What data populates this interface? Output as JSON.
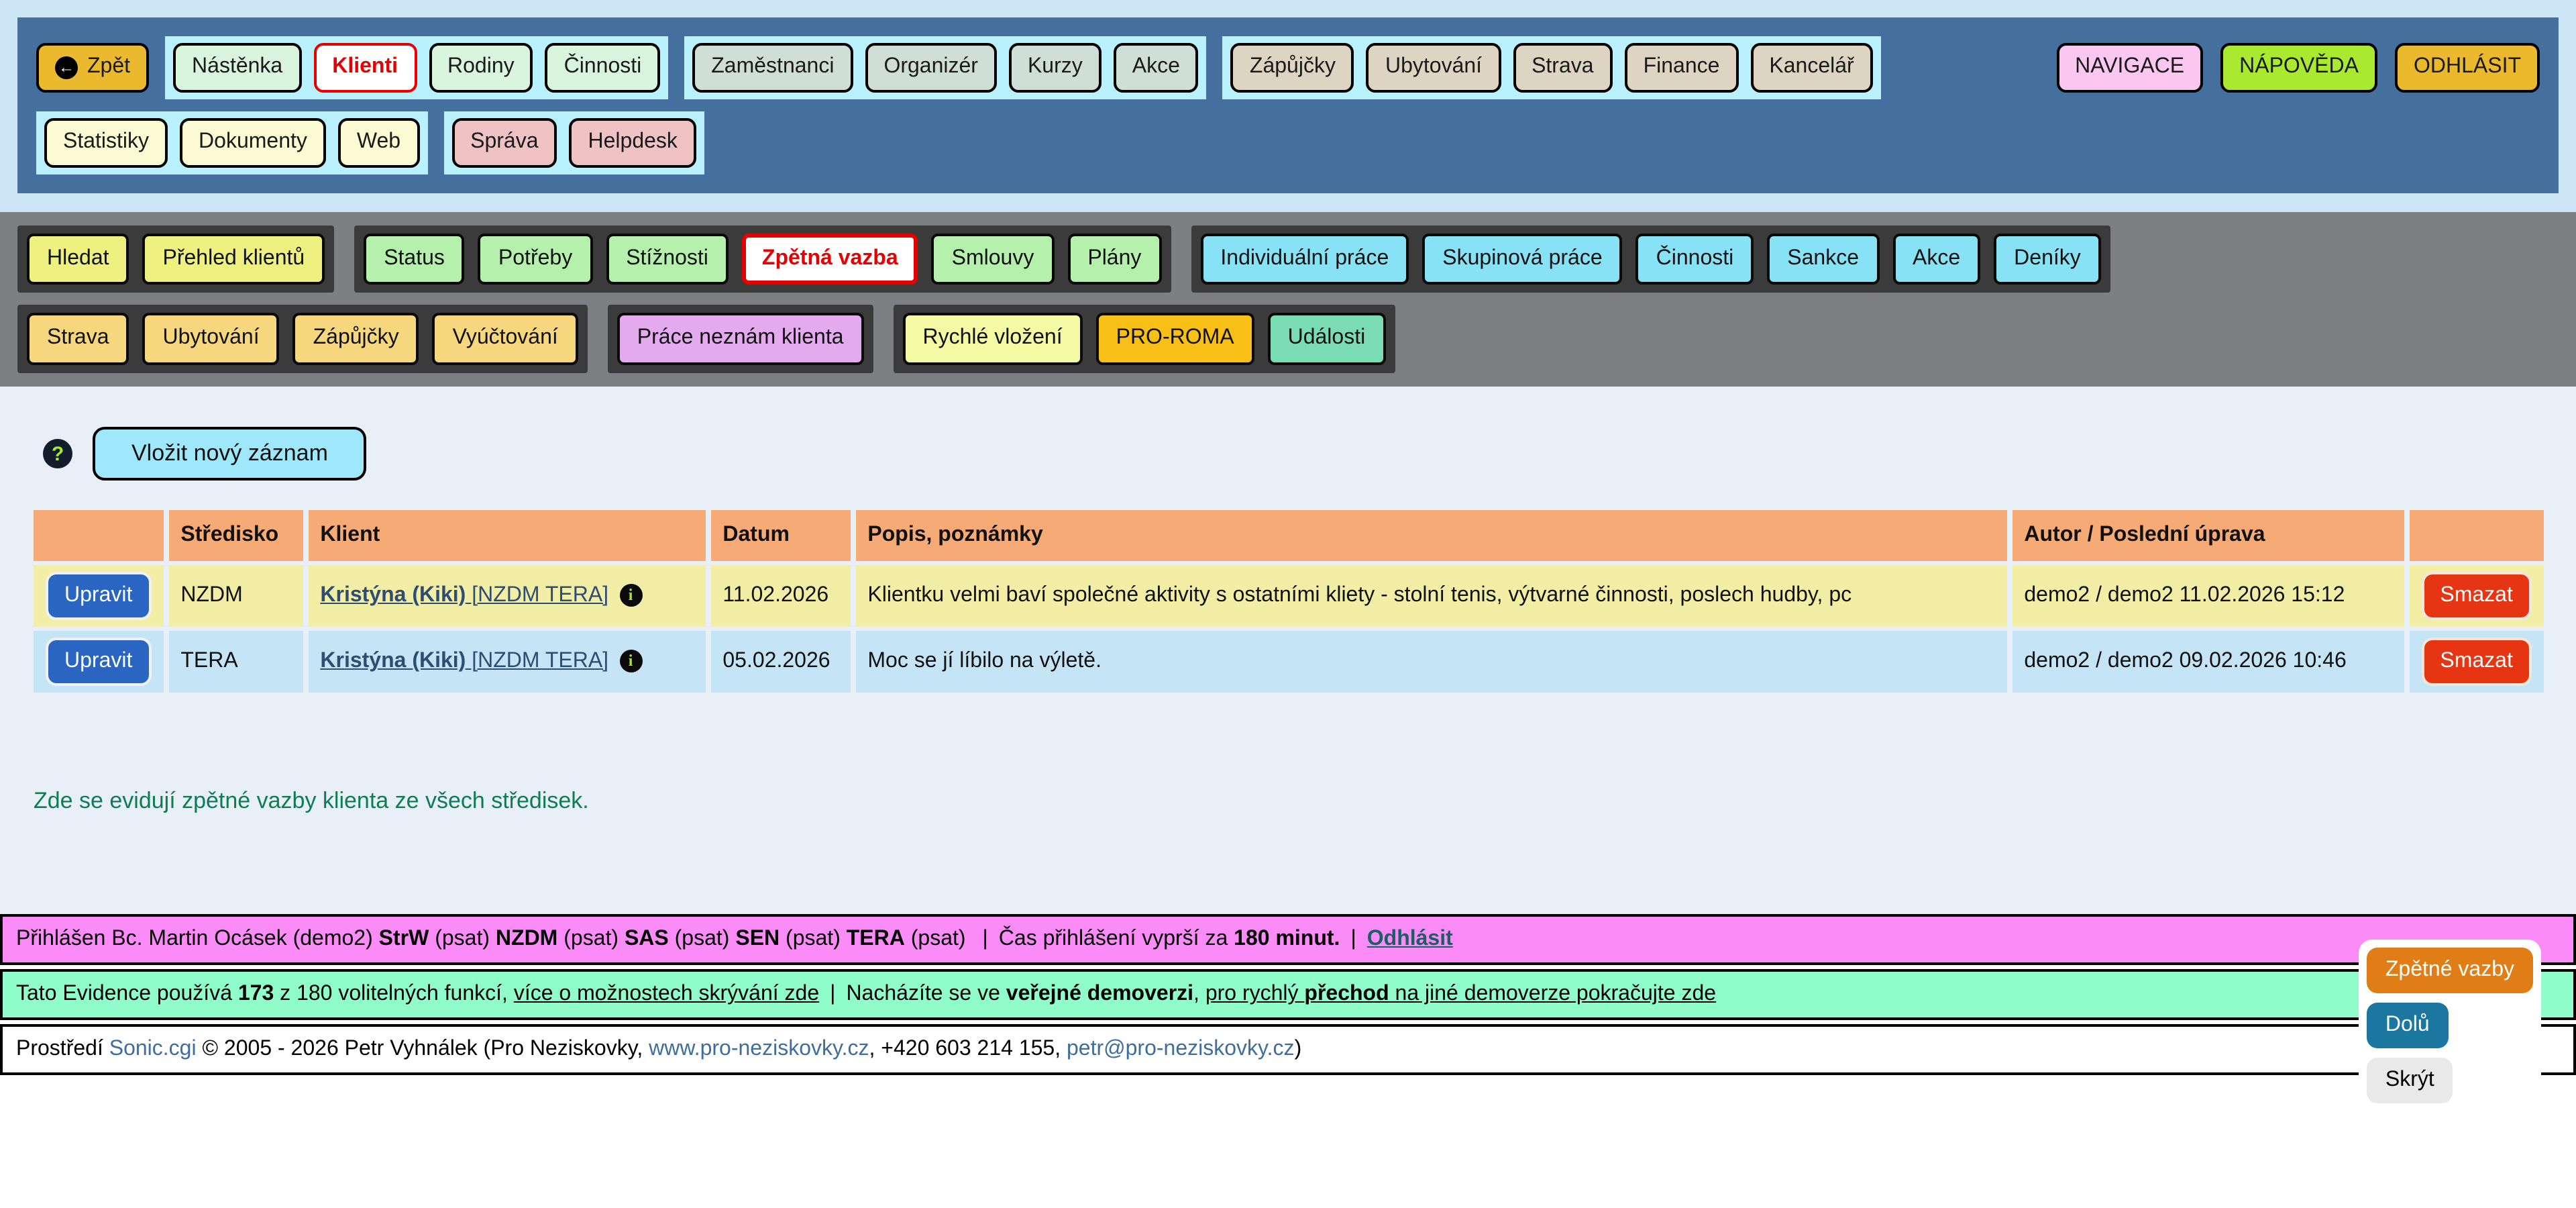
{
  "icons": {
    "help": "?",
    "info": "i",
    "back": "←"
  },
  "colors": {
    "active_tab_red": "#e80000",
    "edit_button_blue": "#2a65c1",
    "delete_button_red": "#e63512",
    "session_bar_pink": "#fb8bf6",
    "info_bar_green": "#90fcca",
    "floating_orange": "#e17d17",
    "floating_blue": "#1b77a0"
  },
  "nav": {
    "back": "Zpět",
    "main": [
      "Nástěnka",
      "Klienti",
      "Rodiny",
      "Činnosti"
    ],
    "staff": [
      "Zaměstnanci",
      "Organizér",
      "Kurzy",
      "Akce"
    ],
    "services": [
      "Zápůjčky",
      "Ubytování",
      "Strava",
      "Finance",
      "Kancelář"
    ],
    "right": [
      "NAVIGACE",
      "NÁPOVĚDA",
      "ODHLÁSIT"
    ],
    "tools": [
      "Statistiky",
      "Dokumenty",
      "Web"
    ],
    "admin": [
      "Správa",
      "Helpdesk"
    ]
  },
  "subnav": {
    "search": [
      "Hledat",
      "Přehled klientů"
    ],
    "client": [
      "Status",
      "Potřeby",
      "Stížnosti",
      "Zpětná vazba",
      "Smlouvy",
      "Plány"
    ],
    "work": [
      "Individuální práce",
      "Skupinová práce",
      "Činnosti",
      "Sankce",
      "Akce",
      "Deníky"
    ],
    "services2": [
      "Strava",
      "Ubytování",
      "Zápůjčky",
      "Vyúčtování"
    ],
    "unknown": "Práce neznám klienta",
    "quick": [
      "Rychlé vložení",
      "PRO-ROMA",
      "Události"
    ]
  },
  "content": {
    "insert_button": "Vložit nový záznam",
    "note": "Zde se evidují zpětné vazby klienta ze všech středisek."
  },
  "table": {
    "headers": [
      "",
      "Středisko",
      "Klient",
      "Datum",
      "Popis, poznámky",
      "Autor / Poslední úprava",
      ""
    ],
    "edit_label": "Upravit",
    "delete_label": "Smazat",
    "rows": [
      {
        "stredisko": "NZDM",
        "klient_b": "Kristýna (Kiki)",
        "klient_s": " [NZDM TERA]",
        "datum": "11.02.2026",
        "popis": "Klientku velmi baví společné aktivity s ostatními kliety - stolní tenis, výtvarné činnosti, poslech hudby, pc",
        "autor": "demo2 / demo2 11.02.2026 15:12"
      },
      {
        "stredisko": "TERA",
        "klient_b": "Kristýna (Kiki)",
        "klient_s": " [NZDM TERA]",
        "datum": "05.02.2026",
        "popis": "Moc se jí líbilo na výletě.",
        "autor": "demo2 / demo2 09.02.2026 10:46"
      }
    ]
  },
  "session": {
    "user": "Přihlášen Bc. Martin Ocásek (demo2) ",
    "services": [
      "StrW",
      "NZDM",
      "SAS",
      "SEN",
      "TERA"
    ],
    "mode": " (psat) ",
    "sep": "|",
    "expiry": "Čas přihlášení vyprší za ",
    "expiry_b": "180 minut.",
    "logout": "Odhlásit"
  },
  "info": {
    "p1": "Tato Evidence používá ",
    "count": "173",
    "p2": " z 180 volitelných funkcí, ",
    "link_hide": "více o možnostech skrývání zde",
    "sep": "|",
    "p3": "Nacházíte se ve ",
    "demo_b": "veřejné demoverzi",
    "p4": ", ",
    "link_pre": "pro rychlý ",
    "link_b": "přechod",
    "link_post": " na jiné demoverze pokračujte zde"
  },
  "credit": {
    "p1": "Prostředí ",
    "link_app": "Sonic.cgi",
    "p2": " © 2005 - 2026 Petr Vyhnálek (Pro Neziskovky, ",
    "link_web": "www.pro-neziskovky.cz",
    "p3": ", +420 603 214 155, ",
    "link_email": "petr@pro-neziskovky.cz",
    "p4": ")"
  },
  "floating": [
    "Zpětné vazby",
    "Dolů",
    "Skrýt"
  ]
}
